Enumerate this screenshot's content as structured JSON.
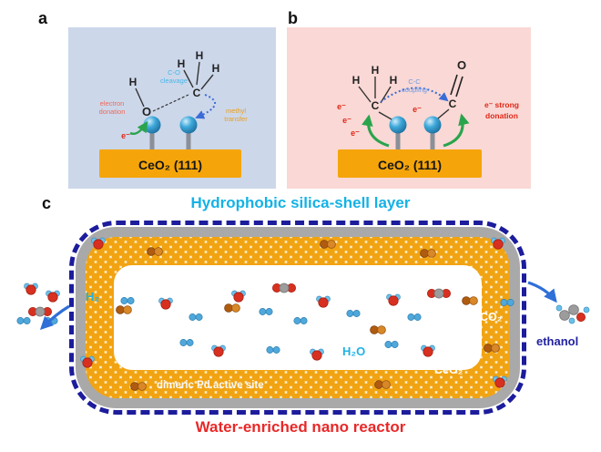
{
  "figure": {
    "type": "scientific-schematic",
    "colors": {
      "panel_a_bg": "#ccd7ea",
      "panel_b_bg": "#f9d8d5",
      "surface_bar": "#f5a50a",
      "title_cyan": "#14b2e6",
      "caption_red": "#e82828",
      "shell_border_navy": "#1c1c9c",
      "silica_orange": "#f1a312",
      "gray_shell": "#a9a9a9"
    }
  },
  "panel_a": {
    "label": "a",
    "surface": "CeO₂ (111)",
    "atom_o": "O",
    "atom_h": "H",
    "atom_c": "C",
    "electron": "e⁻",
    "ann_cleavage_1": "C-O",
    "ann_cleavage_2": "cleavage",
    "ann_electron_1": "electron",
    "ann_electron_2": "donation",
    "ann_methyl_1": "methyl",
    "ann_methyl_2": "transfer"
  },
  "panel_b": {
    "label": "b",
    "surface": "CeO₂ (111)",
    "atom_o": "O",
    "atom_h": "H",
    "atom_c": "C",
    "electron": "e⁻",
    "ann_coupling_1": "C-C",
    "ann_coupling_2": "coupling",
    "ann_donation_1": "e⁻ strong",
    "ann_donation_2": "donation"
  },
  "panel_c": {
    "label": "c",
    "title": "Hydrophobic silica-shell layer",
    "caption": "Water-enriched nano reactor",
    "label_h2": "H₂",
    "label_h2o": "H₂O",
    "label_co2": "CO₂",
    "label_ceo2": "CeO₂",
    "label_pd": "dimeric Pd active site",
    "label_ethanol": "ethanol"
  }
}
